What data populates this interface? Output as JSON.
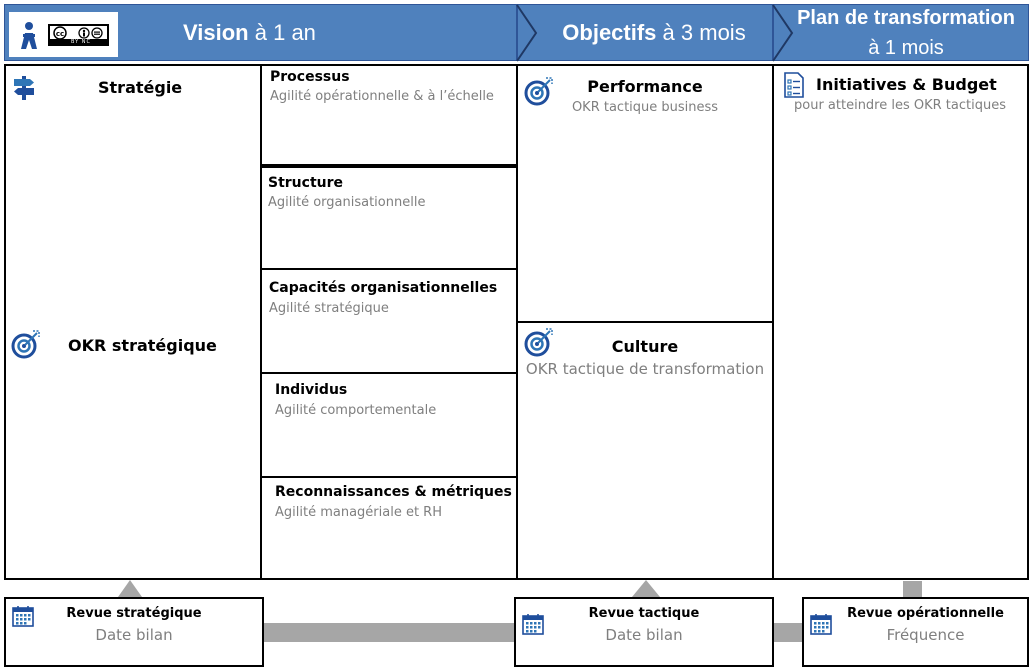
{
  "header": {
    "vision_bold": "Vision",
    "vision_rest": "à 1 an",
    "objectifs_bold": "Objectifs",
    "objectifs_rest": "à 3 mois",
    "plan_line1": "Plan de transformation",
    "plan_line2": "à 1 mois",
    "license_text": "BY  NC"
  },
  "vision": {
    "strategie_title": "Stratégie",
    "okr_strategique_title": "OKR stratégique",
    "sections": [
      {
        "title": "Processus",
        "subtitle": "Agilité opérationnelle & à l’échelle"
      },
      {
        "title": "Structure",
        "subtitle": "Agilité organisationnelle"
      },
      {
        "title": "Capacités organisationnelles",
        "subtitle": "Agilité stratégique"
      },
      {
        "title": "Individus",
        "subtitle": "Agilité comportementale"
      },
      {
        "title": "Reconnaissances & métriques",
        "subtitle": "Agilité managériale et RH"
      }
    ]
  },
  "objectifs": {
    "performance_title": "Performance",
    "performance_subtitle": "OKR tactique business",
    "culture_title": "Culture",
    "culture_subtitle": "OKR tactique de transformation"
  },
  "plan": {
    "title": "Initiatives & Budget",
    "subtitle": "pour atteindre les OKR tactiques"
  },
  "reviews": [
    {
      "title": "Revue stratégique",
      "subtitle": "Date bilan"
    },
    {
      "title": "Revue tactique",
      "subtitle": "Date bilan"
    },
    {
      "title": "Revue opérationnelle",
      "subtitle": "Fréquence"
    }
  ],
  "colors": {
    "header_blue": "#4f81bd",
    "arrow_gray": "#a6a6a6",
    "icon_blue": "#1f4e9c"
  }
}
